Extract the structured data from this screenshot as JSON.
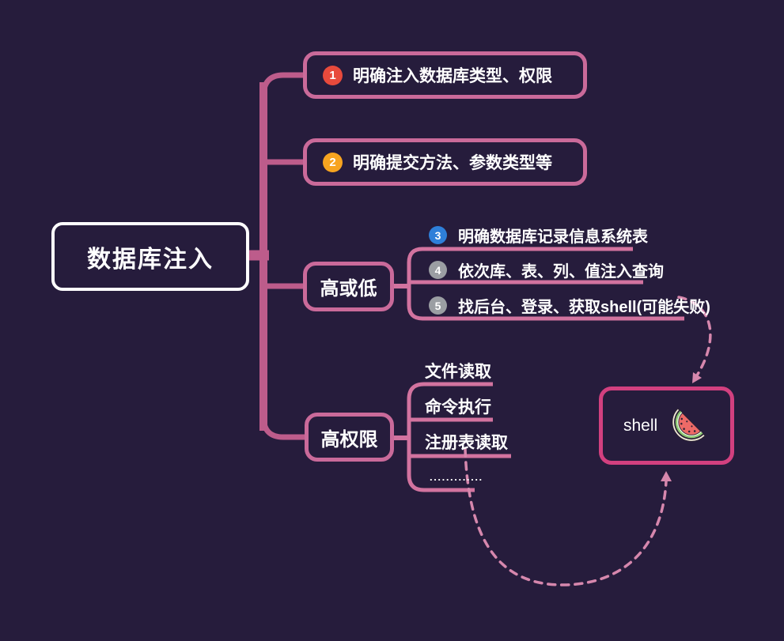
{
  "root": {
    "label": "数据库注入"
  },
  "branches": [
    {
      "badge": "1",
      "badge_color": "#e84a3c",
      "label": "明确注入数据库类型、权限"
    },
    {
      "badge": "2",
      "badge_color": "#f7a420",
      "label": "明确提交方法、参数类型等"
    },
    {
      "label": "高或低",
      "children": [
        {
          "badge": "3",
          "badge_color": "#2e7fd9",
          "label": "明确数据库记录信息系统表"
        },
        {
          "badge": "4",
          "badge_color": "#9b9ea3",
          "label": "依次库、表、列、值注入查询"
        },
        {
          "badge": "5",
          "badge_color": "#9b9ea3",
          "label": "找后台、登录、获取shell(可能失败)"
        }
      ]
    },
    {
      "label": "高权限",
      "children": [
        {
          "label": "文件读取"
        },
        {
          "label": "命令执行"
        },
        {
          "label": "注册表读取"
        },
        {
          "label": "............."
        }
      ]
    }
  ],
  "shell_node": {
    "label": "shell",
    "icon": "watermelon-icon"
  },
  "colors": {
    "background": "#261c3c",
    "text": "#ffffff",
    "root_border": "#ffffff",
    "connector": "#bd5c8b",
    "branch_border": "#ca6a9a",
    "underline": "#d2739f",
    "shell_border": "#d2407f",
    "dashed_arrow": "#d687ad",
    "badge_red": "#e84a3c",
    "badge_orange": "#f7a420",
    "badge_blue": "#2e7fd9",
    "badge_gray": "#9b9ea3"
  }
}
